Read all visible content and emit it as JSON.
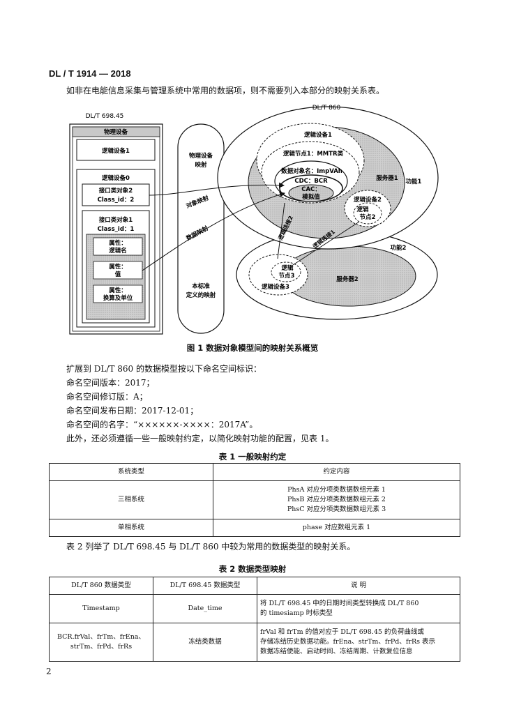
{
  "header": "DL / T 1914 — 2018",
  "intro": "如非在电能信息采集与管理系统中常用的数据项，则不需要列入本部分的映射关系表。",
  "figure": {
    "left_title": "DL/T 698.45",
    "right_title": "DL/T 860",
    "physical_device": "物理设备",
    "logical_device_1": "逻辑设备1",
    "logical_device_0": "逻辑设备0",
    "iface2_line1": "接口类对象2",
    "iface2_line2": "Class_id：2",
    "iface1_line1": "接口类对象1",
    "iface1_line2": "Class_id：1",
    "attr1_l1": "属性：",
    "attr1_l2": "逻辑名",
    "attr2_l1": "属性：",
    "attr2_l2": "值",
    "attr3_l1": "属性：",
    "attr3_l2": "换算及单位",
    "map_phys_l1": "物理设备",
    "map_phys_l2": "映射",
    "map_obj": "对象映射",
    "map_data": "数据映射",
    "map_std_l1": "本标准",
    "map_std_l2": "定义的映射",
    "r_logical_device_1": "逻辑设备1",
    "r_logical_node_1": "逻辑节点1：MMTR类",
    "r_data_object": "数据对象名：ImpVAh",
    "r_cdc": "CDC：BCR",
    "r_cac_l1": "CAC：",
    "r_cac_l2": "模拟值",
    "server1": "服务器1",
    "function1": "功能1",
    "r_logical_device_2": "逻辑设备2",
    "r_node2_l1": "逻辑",
    "r_node2_l2": "节点2",
    "conn2": "逻辑连接2",
    "conn1": "逻辑连接1",
    "function2": "功能2",
    "r_node3_l1": "逻辑",
    "r_node3_l2": "节点3",
    "r_logical_device_3": "逻辑设备3",
    "server2": "服务器2"
  },
  "fig_caption": "图 1    数据对象模型间的映射关系概览",
  "ns_lines": [
    "扩展到 DL/T 860 的数据模型按以下命名空间标识：",
    "命名空间版本：2017；",
    "命名空间修订版：A；",
    "命名空间发布日期：2017-12-01；",
    "命名空间的名字：“××××××-××××：2017A”。",
    "此外，还必须遵循一些一般映射约定，以简化映射功能的配置，见表 1。"
  ],
  "table1": {
    "caption": "表 1    一般映射约定",
    "headers": [
      "系统类型",
      "约定内容"
    ],
    "rows": [
      {
        "type": "三相系统",
        "lines": [
          "PhsA 对应分项类数据数组元素 1",
          "PhsB 对应分项类数据数组元素 2",
          "PhsC 对应分项类数据数组元素 3"
        ]
      },
      {
        "type": "单相系统",
        "lines": [
          "phase 对应数组元素 1"
        ]
      }
    ]
  },
  "t2_intro": "表 2 列举了 DL/T 698.45 与 DL/T 860 中较为常用的数据类型的映射关系。",
  "table2": {
    "caption": "表 2    数据类型映射",
    "headers": [
      "DL/T 860 数据类型",
      "DL/T 698.45 数据类型",
      "说      明"
    ],
    "rows": [
      {
        "c1": [
          "Timestamp"
        ],
        "c2": "Date_time",
        "c3": [
          "将 DL/T 698.45 中的日期时间类型转换成 DL/T 860",
          "的 timesiamp 时标类型"
        ]
      },
      {
        "c1": [
          "BCR.frVal、frTm、frEna、",
          "strTm、frPd、frRs"
        ],
        "c2": "冻结类数据",
        "c3": [
          "frVal 和 frTm 的值对应于 DL/T 698.45 的负荷曲线或",
          "存储冻结历史数据功能。frEna、strTm、frPd、frRs 表示",
          "数据冻结使能、启动时间、冻结周期、计数复位信息"
        ]
      }
    ]
  },
  "page_number": "2"
}
